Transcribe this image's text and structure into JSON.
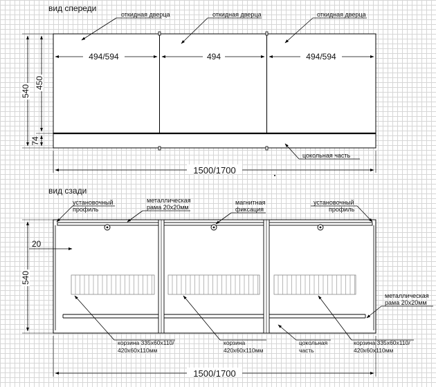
{
  "front": {
    "title": "вид спереди",
    "door_left": "откидная дверца",
    "door_middle": "откидная дверца",
    "door_right": "откидная дверца",
    "width_left": "494/594",
    "width_middle": "494",
    "width_right": "494/594",
    "height_total": "540",
    "height_upper": "450",
    "height_plinth": "74",
    "plinth_label": "цокольная часть",
    "total_width": "1500/1700"
  },
  "rear": {
    "title": "вид сзади",
    "profile_left_1": "установочный",
    "profile_left_2": "профиль",
    "frame_1": "металлическая",
    "frame_2": "рама 20x20мм",
    "magnet_1": "магнитная",
    "magnet_2": "фиксация",
    "profile_right_1": "установочный",
    "profile_right_2": "профиль",
    "frame_right_1": "металлическая",
    "frame_right_2": "рама 20x20мм",
    "offset": "20",
    "height_total": "540",
    "basket_left_1": "корзина 335x60x110/",
    "basket_left_2": "420x60x110мм",
    "basket_mid_1": "корзина",
    "basket_mid_2": "420x60x110мм",
    "plinth_1": "цокольная",
    "plinth_2": "часть",
    "basket_right_1": "корзина 335x60x110/",
    "basket_right_2": "420x60x110мм",
    "total_width": "1500/1700"
  }
}
